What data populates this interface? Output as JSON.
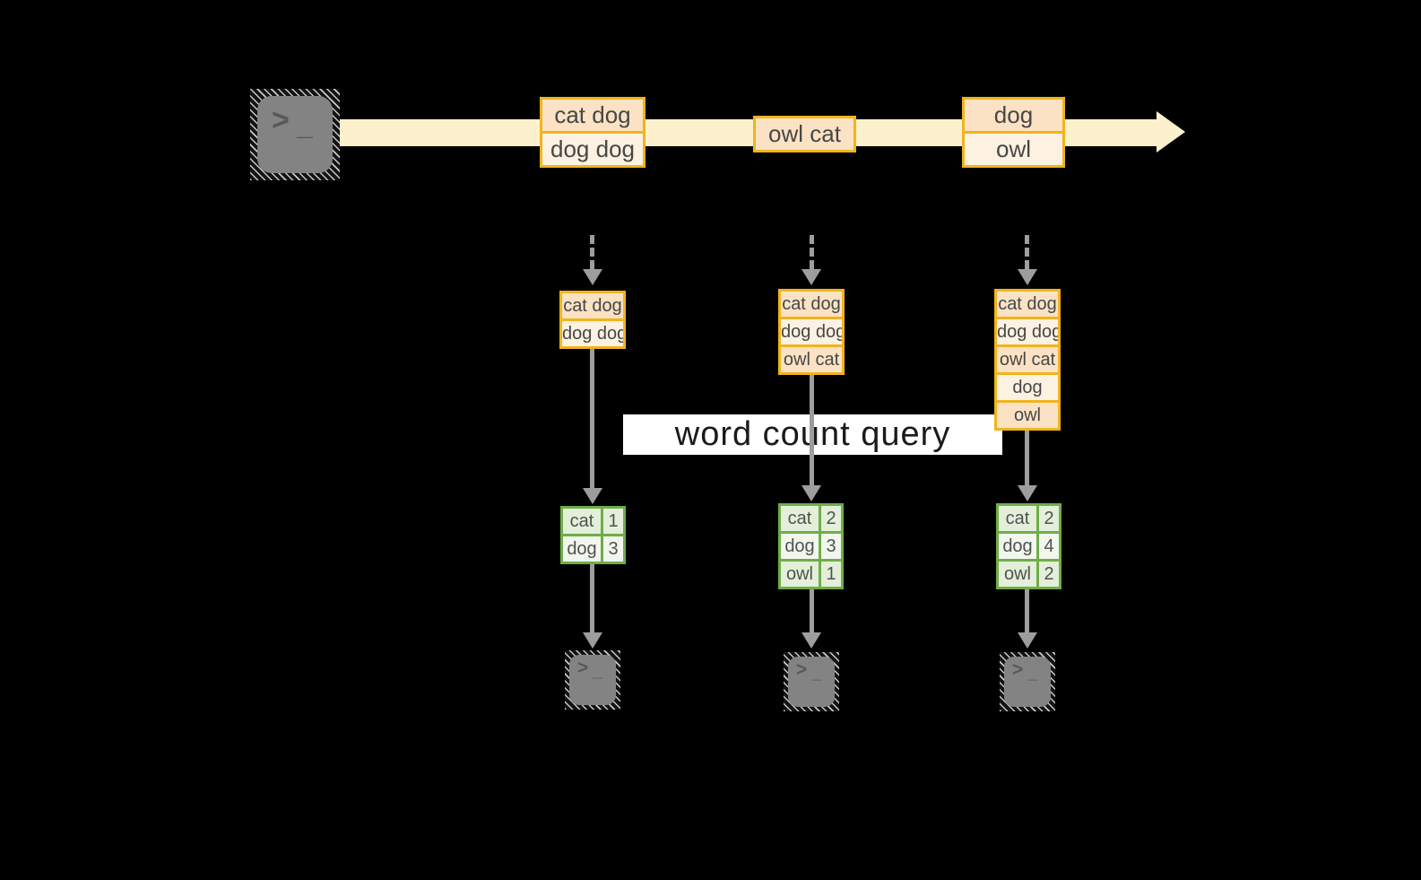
{
  "palette": {
    "background": "#000000",
    "stream_band": "#fcf0cd",
    "box_border": "#f0b41c",
    "box_fill_dark": "#fbe2c4",
    "box_fill_light": "#fdf1e1",
    "table_border": "#6fad49",
    "table_fill_dark": "#e3efd9",
    "table_fill_light": "#f2f7ed",
    "arrow_gray": "#9d9d9d",
    "terminal_gray": "#838383",
    "label_bg": "#ffffff",
    "label_text": "#1a1a1a",
    "text_dark": "#474747"
  },
  "icons": {
    "prompt_gt": ">",
    "prompt_underscore": "_"
  },
  "query_label": "word count query",
  "stream": {
    "messages": [
      {
        "lines": [
          "cat dog",
          "dog dog"
        ]
      },
      {
        "lines": [
          "owl cat"
        ]
      },
      {
        "lines": [
          "dog",
          "owl"
        ]
      }
    ]
  },
  "columns": [
    {
      "batch": [
        "cat dog",
        "dog dog"
      ],
      "counts": [
        {
          "word": "cat",
          "count": "1"
        },
        {
          "word": "dog",
          "count": "3"
        }
      ]
    },
    {
      "batch": [
        "cat dog",
        "dog dog",
        "owl cat"
      ],
      "counts": [
        {
          "word": "cat",
          "count": "2"
        },
        {
          "word": "dog",
          "count": "3"
        },
        {
          "word": "owl",
          "count": "1"
        }
      ]
    },
    {
      "batch": [
        "cat dog",
        "dog dog",
        "owl cat",
        "dog",
        "owl"
      ],
      "counts": [
        {
          "word": "cat",
          "count": "2"
        },
        {
          "word": "dog",
          "count": "4"
        },
        {
          "word": "owl",
          "count": "2"
        }
      ]
    }
  ]
}
